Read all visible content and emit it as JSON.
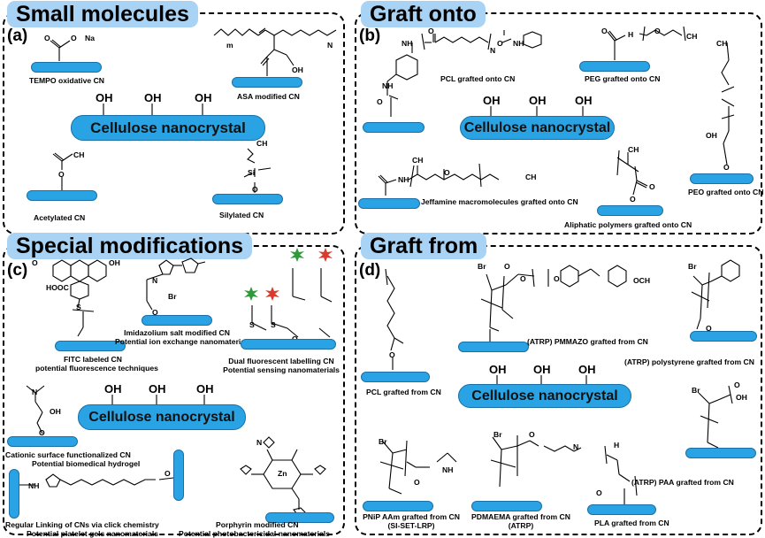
{
  "panels": {
    "a": {
      "title": "Small molecules",
      "label": "(a)"
    },
    "b": {
      "title": "Graft onto",
      "label": "(b)"
    },
    "c": {
      "title": "Special modifications",
      "label": "(c)"
    },
    "d": {
      "title": "Graft from",
      "label": "(d)"
    }
  },
  "core": {
    "label": "Cellulose nanocrystal",
    "oh": "OH"
  },
  "chem": {
    "o": "O",
    "na": "Na",
    "ch3": "CH",
    "h3co": "H",
    "si": "Si",
    "nh": "NH",
    "n": "N",
    "m": "m",
    "oh": "OH",
    "br": "Br",
    "och3": "OCH",
    "s": "S",
    "h": "H",
    "hooc": "HOOC",
    "zn": "Zn"
  },
  "a": {
    "tempo": "TEMPO  oxidative CN",
    "asa": "ASA modified CN",
    "acetylated": "Acetylated CN",
    "silylated": "Silylated CN"
  },
  "b": {
    "pcl": "PCL  grafted onto CN",
    "peg": "PEG  grafted  onto  CN",
    "peo": "PEO grafted onto CN",
    "jeffamine": "Jeffamine macromolecules grafted onto CN",
    "aliphatic": "Aliphatic polymers grafted onto CN"
  },
  "c": {
    "fitc1": "FITC labeled CN",
    "fitc2": "potential fluorescence techniques",
    "imid1": "Imidazolium salt modified CN",
    "imid2": "Potential ion exchange nanomaterials",
    "dual1": "Dual fluorescent labelling CN",
    "dual2": "Potential sensing nanomaterials",
    "cat1": "Cationic surface functionalized CN",
    "cat2": "Potential biomedical hydrogel",
    "click1": "Regular Linking of CNs via click chemistry",
    "click2": "Potential platelet gels nanomaterials",
    "por1": "Porphyrin modified CN",
    "por2": "Potential photobactericidal nanomaterials"
  },
  "d": {
    "pcl": "PCL grafted from CN",
    "pmmazo": "(ATRP) PMMAZO grafted from CN",
    "ps": "(ATRP) polystyrene grafted from CN",
    "paa": "(ATRP) PAA grafted from CN",
    "pnip1": "PNiP AAm grafted from CN",
    "pnip2": "(SI-SET-LRP)",
    "pdma1": "PDMAEMA grafted from CN",
    "pdma2": "(ATRP)",
    "pla": "PLA grafted from CN"
  },
  "colors": {
    "rod": "#29a3e3",
    "title_bg": "#a9d3f5",
    "star_green": "#2e9a3a",
    "star_red": "#d93a2b"
  }
}
